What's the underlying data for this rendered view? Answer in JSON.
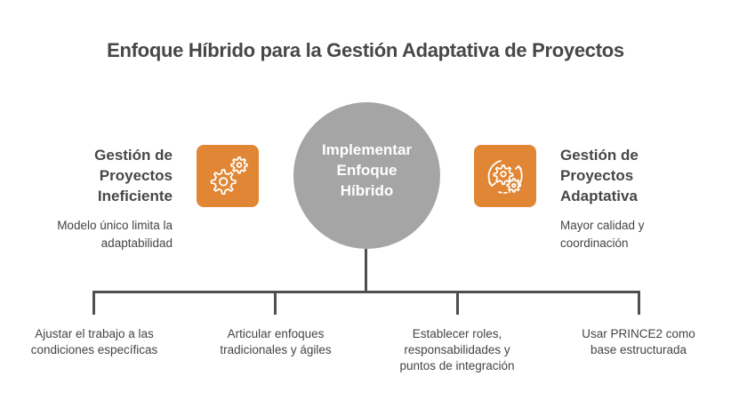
{
  "title": "Enfoque Híbrido para la Gestión Adaptativa de Proyectos",
  "center": {
    "label": "Implementar\nEnfoque\nHíbrido",
    "color": "#a5a5a5"
  },
  "left": {
    "title": "Gestión de\nProyectos\nIneficiente",
    "description": "Modelo único limita la\nadaptabilidad",
    "icon": "gears-icon",
    "icon_bg": "#e08634"
  },
  "right": {
    "title": "Gestión de\nProyectos\nAdaptativa",
    "description": "Mayor calidad y\ncoordinación",
    "icon": "cycle-gears-icon",
    "icon_bg": "#e08634"
  },
  "branches": [
    {
      "label": "Ajustar el trabajo a las\ncondiciones específicas"
    },
    {
      "label": "Articular enfoques\ntradicionales y ágiles"
    },
    {
      "label": "Establecer roles,\nresponsabilidades y\npuntos de integración"
    },
    {
      "label": "Usar PRINCE2 como\nbase estructurada"
    }
  ]
}
